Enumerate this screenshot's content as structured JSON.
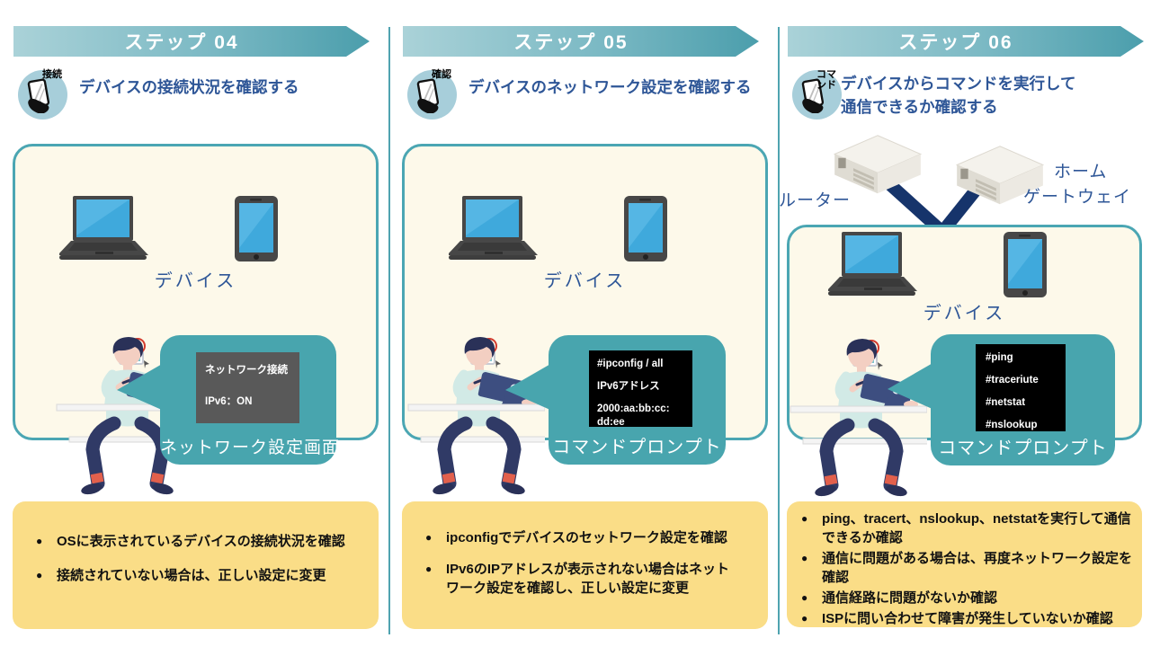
{
  "colors": {
    "banner_gradient_left": "#AAD2D8",
    "banner_gradient_right": "#4B9EAC",
    "teal_border": "#4BA6B3",
    "bubble_teal": "#48A5AE",
    "cream_panel": "#FDF9EA",
    "yellow_panel": "#FADD87",
    "heading_blue": "#2E5697",
    "navy_cable": "#16346B",
    "screen_gray": "#595959",
    "screen_black": "#000000"
  },
  "columns": [
    {
      "banner": "ステップ 04",
      "icon_label_lines": [
        "接続"
      ],
      "description_lines": [
        "デバイスの接続状況を確認する"
      ],
      "device_label": "デバイス",
      "screen_lines": [
        "ネットワーク接続",
        "IPv6：ON"
      ],
      "screen_caption": "ネットワーク設定画面",
      "bullets": [
        "OSに表示されているデバイスの接続状況を確認",
        "接続されていない場合は、正しい設定に変更"
      ]
    },
    {
      "banner": "ステップ 05",
      "icon_label_lines": [
        "確認"
      ],
      "description_lines": [
        "デバイスのネットワーク設定を確認する"
      ],
      "device_label": "デバイス",
      "screen_lines": [
        "#ipconfig / all",
        "IPv6アドレス",
        "2000:aa:bb:cc:",
        "dd:ee"
      ],
      "screen_caption": "コマンドプロンプト",
      "bullets": [
        "ipconfigでデバイスのセットワーク設定を確認",
        "IPv6のIPアドレスが表示されない場合はネットワーク設定を確認し、正しい設定に変更"
      ]
    },
    {
      "banner": "ステップ 06",
      "icon_label_lines": [
        "コマ",
        "ンド"
      ],
      "description_lines": [
        "デバイスからコマンドを実行して",
        "通信できるか確認する"
      ],
      "device_label": "デバイス",
      "router_label": "ルーター",
      "gateway_label_lines": [
        "ホーム",
        "ゲートウェイ"
      ],
      "screen_lines": [
        "#ping",
        "#traceriute",
        "#netstat",
        "#nslookup"
      ],
      "screen_caption": "コマンドプロンプト",
      "bullets": [
        "ping、tracert、nslookup、netstatを実行して通信できるか確認",
        "通信に問題がある場合は、再度ネットワーク設定を確認",
        "通信経路に問題がないか確認",
        "ISPに問い合わせて障害が発生していないか確認"
      ]
    }
  ]
}
